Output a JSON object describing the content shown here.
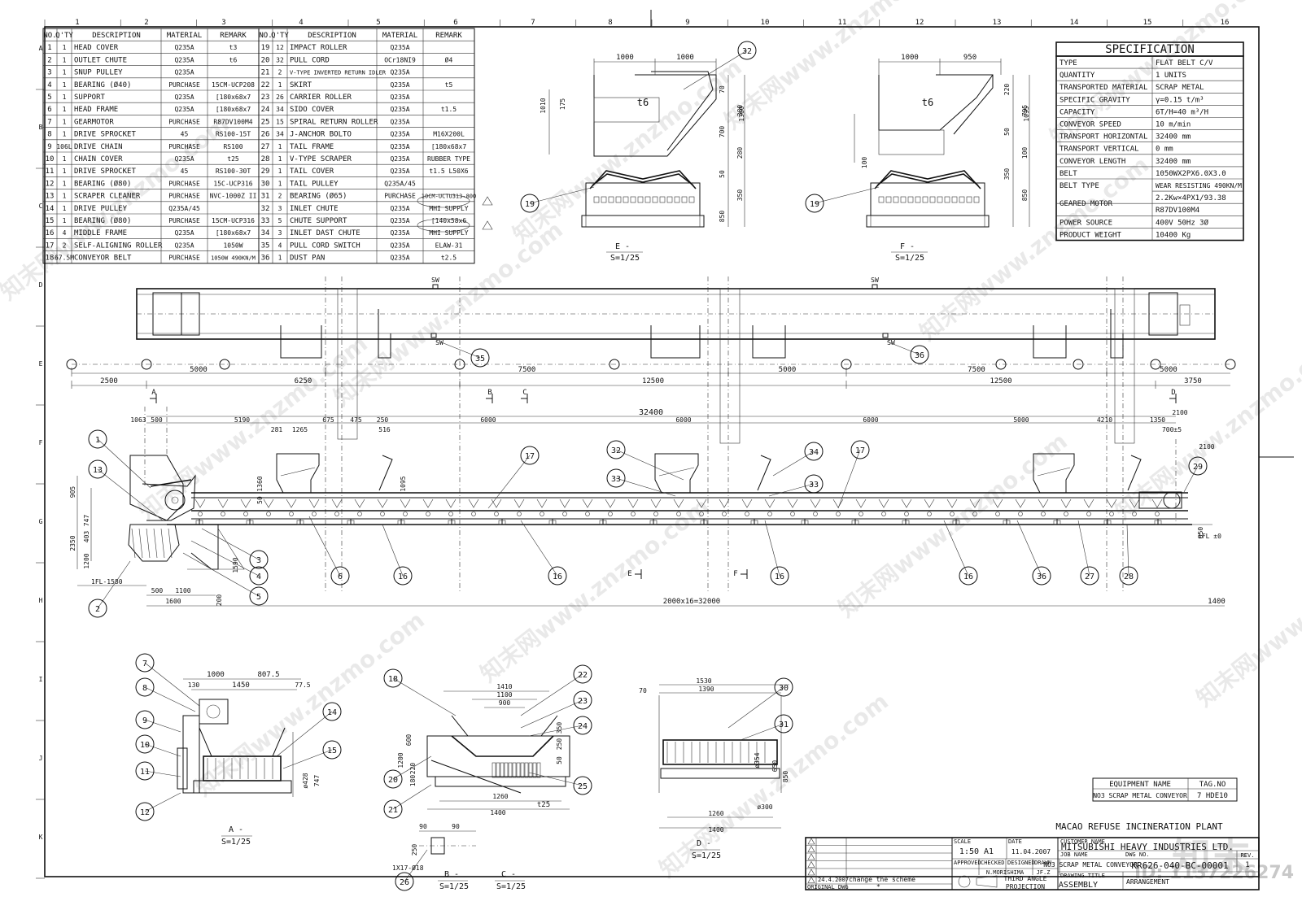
{
  "grid": {
    "cols": [
      "1",
      "2",
      "3",
      "4",
      "5",
      "6",
      "7",
      "8",
      "9",
      "10",
      "11",
      "12",
      "13",
      "14",
      "15",
      "16"
    ],
    "rows": [
      "A",
      "B",
      "C",
      "D",
      "E",
      "F",
      "G",
      "H",
      "I",
      "J",
      "K"
    ]
  },
  "parts_table": {
    "headers": [
      "NO.",
      "Q'TY",
      "DESCRIPTION",
      "MATERIAL",
      "REMARK"
    ],
    "left_rows": [
      [
        "1",
        "1",
        "HEAD COVER",
        "Q235A",
        "t3"
      ],
      [
        "2",
        "1",
        "OUTLET CHUTE",
        "Q235A",
        "t6"
      ],
      [
        "3",
        "1",
        "SNUP PULLEY",
        "Q235A",
        ""
      ],
      [
        "4",
        "1",
        "BEARING (Ø40)",
        "PURCHASE",
        "15CM-UCP208"
      ],
      [
        "5",
        "1",
        "SUPPORT",
        "Q235A",
        "[180x68x7"
      ],
      [
        "6",
        "1",
        "HEAD FRAME",
        "Q235A",
        "[180x68x7"
      ],
      [
        "7",
        "1",
        "GEARMOTOR",
        "PURCHASE",
        "R87DV100M4"
      ],
      [
        "8",
        "1",
        "DRIVE SPROCKET",
        "45",
        "RS100-15T"
      ],
      [
        "9",
        "106L",
        "DRIVE CHAIN",
        "PURCHASE",
        "RS100"
      ],
      [
        "10",
        "1",
        "CHAIN COVER",
        "Q235A",
        "t25"
      ],
      [
        "11",
        "1",
        "DRIVE SPROCKET",
        "45",
        "RS100-30T"
      ],
      [
        "12",
        "1",
        "BEARING (Ø80)",
        "PURCHASE",
        "15C-UCP316"
      ],
      [
        "13",
        "1",
        "SCRAPER CLEANER",
        "PURCHASE",
        "NVC-1000Z II"
      ],
      [
        "14",
        "1",
        "DRIVE PULLEY",
        "Q235A/45",
        ""
      ],
      [
        "15",
        "1",
        "BEARING (Ø80)",
        "PURCHASE",
        "15CM-UCP316"
      ],
      [
        "16",
        "4",
        "MIDDLE FRAME",
        "Q235A",
        "[180x68x7"
      ],
      [
        "17",
        "2",
        "SELF-ALIGNING ROLLER",
        "Q235A",
        "1050W"
      ],
      [
        "18",
        "67.5M",
        "CONVEYOR BELT",
        "PURCHASE",
        "1050W 490KN/M"
      ]
    ],
    "right_rows": [
      [
        "19",
        "12",
        "IMPACT ROLLER",
        "Q235A",
        ""
      ],
      [
        "20",
        "32",
        "PULL CORD",
        "OCr18NI9",
        "Ø4"
      ],
      [
        "21",
        "2",
        "V-TYPE INVERTED RETURN IDLER",
        "Q235A",
        ""
      ],
      [
        "22",
        "1",
        "SKIRT",
        "Q235A",
        "t5"
      ],
      [
        "23",
        "26",
        "CARRIER ROLLER",
        "Q235A",
        ""
      ],
      [
        "24",
        "34",
        "SIDO COVER",
        "Q235A",
        "t1.5"
      ],
      [
        "25",
        "15",
        "SPIRAL RETURN ROLLER",
        "Q235A",
        ""
      ],
      [
        "26",
        "34",
        "J-ANCHOR BOLTO",
        "Q235A",
        "M16X200L"
      ],
      [
        "27",
        "1",
        "TAIL FRAME",
        "Q235A",
        "[180x68x7"
      ],
      [
        "28",
        "1",
        "V-TYPE SCRAPER",
        "Q235A",
        "RUBBER TYPE"
      ],
      [
        "29",
        "1",
        "TAIL COVER",
        "Q235A",
        "t1.5  L50X6"
      ],
      [
        "30",
        "1",
        "TAIL PULLEY",
        "Q235A/45",
        ""
      ],
      [
        "31",
        "2",
        "BEARING (Ø65)",
        "PURCHASE",
        "10CM-UCTU313-800"
      ],
      [
        "32",
        "3",
        "INLET CHUTE",
        "Q235A",
        "MHI SUPPLY"
      ],
      [
        "33",
        "5",
        "CHUTE SUPPORT",
        "Q235A",
        "[140x58x6"
      ],
      [
        "34",
        "3",
        "INLET DAST CHUTE",
        "Q235A",
        "MHI SUPPLY"
      ],
      [
        "35",
        "4",
        "PULL CORD SWITCH",
        "Q235A",
        "ELAW-31"
      ],
      [
        "36",
        "1",
        "DUST PAN",
        "Q235A",
        "t2.5"
      ]
    ]
  },
  "specification": {
    "title": "SPECIFICATION",
    "rows": [
      [
        "TYPE",
        "FLAT BELT C/V"
      ],
      [
        "QUANTITY",
        "1   UNITS"
      ],
      [
        "TRANSPORTED MATERIAL",
        "SCRAP METAL"
      ],
      [
        "SPECIFIC GRAVITY",
        "γ=0.15  t/m³"
      ],
      [
        "CAPACITY",
        "6T/H=40 m³/H"
      ],
      [
        "CONVEYOR SPEED",
        "10  m/min"
      ],
      [
        "TRANSPORT HORIZONTAL",
        "32400 mm"
      ],
      [
        "TRANSPORT VERTICAL",
        "0  mm"
      ],
      [
        "CONVEYOR LENGTH",
        "32400 mm"
      ],
      [
        "BELT",
        "1050WX2PX6.0X3.0"
      ],
      [
        "BELT TYPE",
        "WEAR RESISTING 490KN/M"
      ],
      [
        "GEARED MOTOR",
        "2.2Kw×4PX1/93.38"
      ],
      [
        "",
        "R87DV100M4"
      ],
      [
        "POWER SOURCE",
        "400V  50Hz 3Ø"
      ],
      [
        "PRODUCT WEIGHT",
        "10400  Kg"
      ]
    ]
  },
  "equipment": {
    "headers": [
      "EQUIPMENT NAME",
      "TAG.NO"
    ],
    "name": "NO3 SCRAP METAL CONVEYOR",
    "tag": "7 HDE10"
  },
  "title_block": {
    "project": "MACAO REFUSE INCINERATION PLANT",
    "scale_label": "SCALE",
    "scale": "1:50 A1",
    "date_label": "DATE",
    "date": "11.04.2007",
    "customer_label": "CUSTOMER NAME",
    "customer": "MITSUBISHI HEAVY INDUSTRIES LTD.",
    "approved": "APPROVED",
    "checked": "CHECKED",
    "designed": "DESIGNED",
    "drawn": "DRAWN",
    "designer": "N.MORISHIMA",
    "drawer": "JF.Z",
    "job_label": "JOB NAME",
    "job": "NO3 SCRAP METAL CONVEYOR",
    "dwg_label": "DWG NO.",
    "dwg_no": "KR626-040-BC-00001",
    "rev_label": "REV.",
    "rev": "1",
    "projection": "THIRD ANGLE PROJECTION",
    "drawing_title_label": "DRAWING TITLE",
    "drawing_title": "ASSEMBLY",
    "revision_date": "24.4.2007",
    "revision_text": "change the scheme",
    "original_dwg": "ORIGINAL DWG"
  },
  "views": {
    "E": {
      "label": "E -",
      "scale": "S=1/25"
    },
    "F": {
      "label": "F -",
      "scale": "S=1/25"
    },
    "A": {
      "label": "A -",
      "scale": "S=1/25"
    },
    "B": {
      "label": "B -",
      "scale": "S=1/25"
    },
    "C": {
      "label": "C -",
      "scale": "S=1/25"
    },
    "D": {
      "label": "D -",
      "scale": "S=1/25"
    }
  },
  "dimensions": {
    "plan_row1": [
      "5000",
      "7500",
      "5000",
      "7500",
      "5000"
    ],
    "plan_row2": [
      "2500",
      "6250",
      "12500",
      "12500",
      "3750"
    ],
    "elev_row": [
      "1063",
      "500",
      "5190",
      "281",
      "1265",
      "675",
      "475",
      "250",
      "516",
      "6000",
      "6000",
      "6000",
      "5000",
      "4210",
      "1350",
      "700±5"
    ],
    "overall": "32400",
    "overall_right": "2100",
    "bottom": "2000x16=32000",
    "bottom_left": [
      "500",
      "1100",
      "1600"
    ],
    "bottom_right": "1400",
    "left_heights": [
      "905",
      "747",
      "403",
      "2350",
      "1200"
    ],
    "floor_left": "1FL-1580",
    "floor_right": "1FL ±0",
    "right_height": "850",
    "view_e": [
      "1000",
      "1000",
      "70",
      "380",
      "1010",
      "175",
      "700",
      "1360",
      "280",
      "50",
      "350",
      "850",
      "t6"
    ],
    "view_f": [
      "1000",
      "950",
      "220",
      "795",
      "1095",
      "50",
      "100",
      "350",
      "850",
      "t6"
    ],
    "view_a": [
      "1000",
      "807.5",
      "130",
      "1450",
      "77.5",
      "ø428",
      "747"
    ],
    "view_b": [
      "1410",
      "1100",
      "900",
      "600",
      "1200",
      "220",
      "180",
      "350",
      "250",
      "50",
      "1260",
      "1400",
      "t25"
    ],
    "view_c": [
      "90",
      "90",
      "250",
      "1X17-Ø18"
    ],
    "view_d": [
      "70",
      "1530",
      "1390",
      "ø354",
      "650",
      "850",
      "1260",
      "1400",
      "ø300"
    ],
    "markers": [
      "SW",
      "SW",
      "A",
      "B",
      "C",
      "D",
      "E",
      "F"
    ]
  },
  "callouts": [
    "1",
    "2",
    "3",
    "4",
    "5",
    "6",
    "7",
    "8",
    "9",
    "10",
    "11",
    "12",
    "13",
    "14",
    "15",
    "16",
    "17",
    "18",
    "19",
    "20",
    "21",
    "22",
    "23",
    "24",
    "25",
    "26",
    "27",
    "28",
    "29",
    "30",
    "31",
    "32",
    "33",
    "34",
    "35",
    "36"
  ],
  "watermark": {
    "text": "知末网www.znzmo.com",
    "logo": "知末",
    "id_text": "ID: 1137226274"
  }
}
